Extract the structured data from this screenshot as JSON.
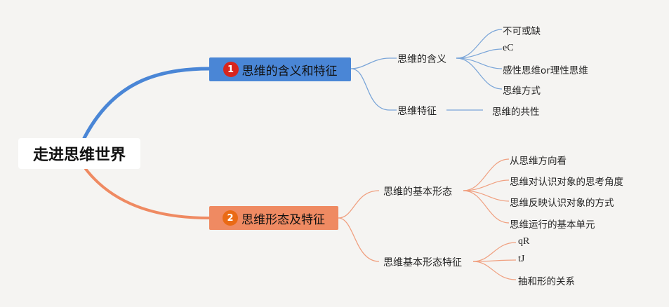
{
  "root": {
    "label": "走进思维世界"
  },
  "branches": [
    {
      "number": "1",
      "label": "思维的含义和特征",
      "color": "#4a86d6",
      "badge_color": "#d9251d",
      "children": [
        {
          "label": "思维的含义",
          "children": [
            "不可或缺",
            "eC",
            "感性思维or理性思维",
            "思维方式"
          ]
        },
        {
          "label": "思维特征",
          "children": [
            "思维的共性"
          ]
        }
      ]
    },
    {
      "number": "2",
      "label": "思维形态及特征",
      "color": "#ef8a62",
      "badge_color": "#ea6a15",
      "children": [
        {
          "label": "思维的基本形态",
          "children": [
            "从思维方向看",
            "思维对认识对象的思考角度",
            "思维反映认识对象的方式",
            "思维运行的基本单元"
          ]
        },
        {
          "label": "思维基本形态特征",
          "children": [
            "qR",
            "tJ",
            "抽和形的关系"
          ]
        }
      ]
    }
  ]
}
